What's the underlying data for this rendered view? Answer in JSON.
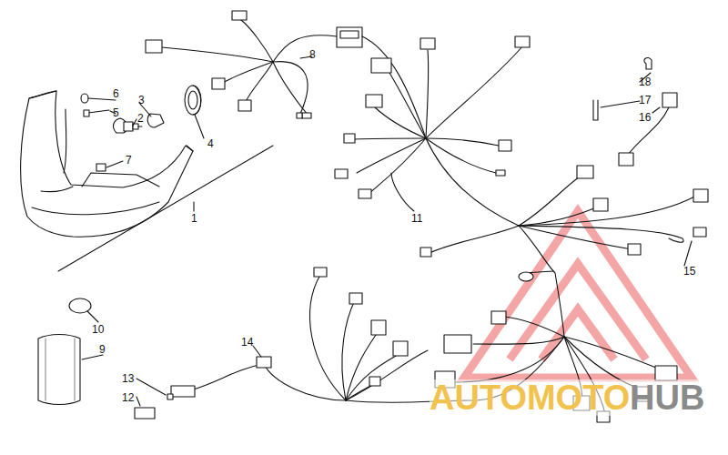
{
  "diagram": {
    "labels": [
      "1",
      "2",
      "3",
      "4",
      "5",
      "6",
      "7",
      "8",
      "9",
      "10",
      "11",
      "12",
      "13",
      "14",
      "15",
      "16",
      "17",
      "18",
      "AUTOMOTO",
      "HUB"
    ]
  }
}
